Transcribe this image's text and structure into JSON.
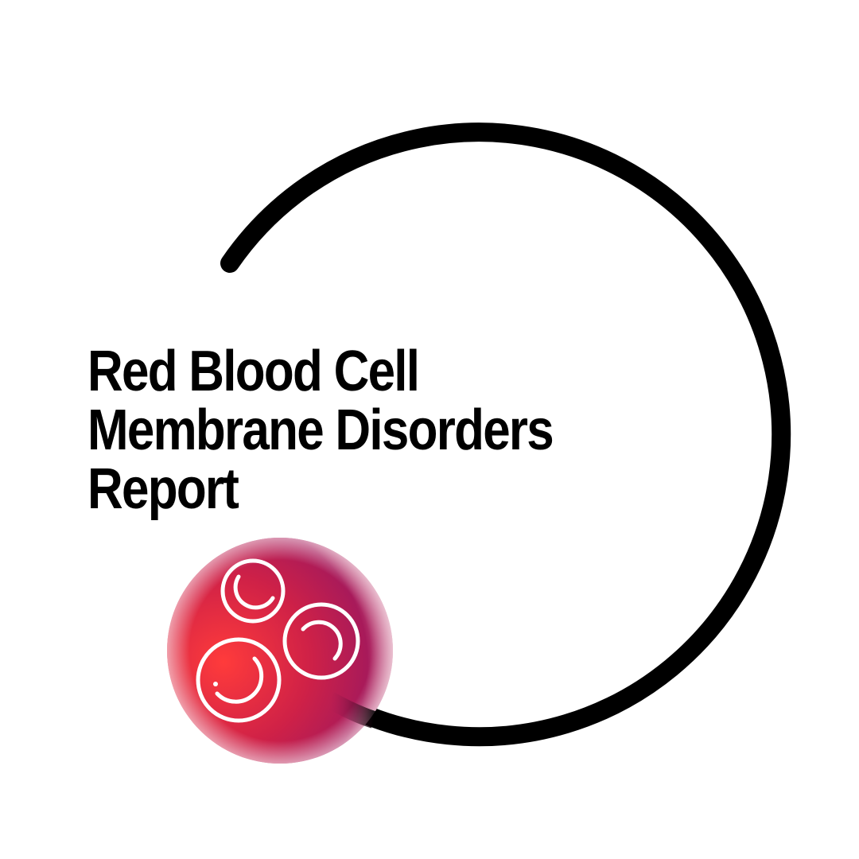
{
  "title": {
    "lines": [
      "Red Blood Cell",
      "Membrane Disorders",
      "Report"
    ]
  },
  "graphic": {
    "arc_color": "#000000",
    "badge_icon": "red-blood-cells-icon",
    "badge_colors": {
      "left": "#ff3a3a",
      "center": "#c21f4c",
      "right": "#a51a5a",
      "edge_fade": "#f7b8c4"
    },
    "cell_outline_color": "#ffffff"
  }
}
